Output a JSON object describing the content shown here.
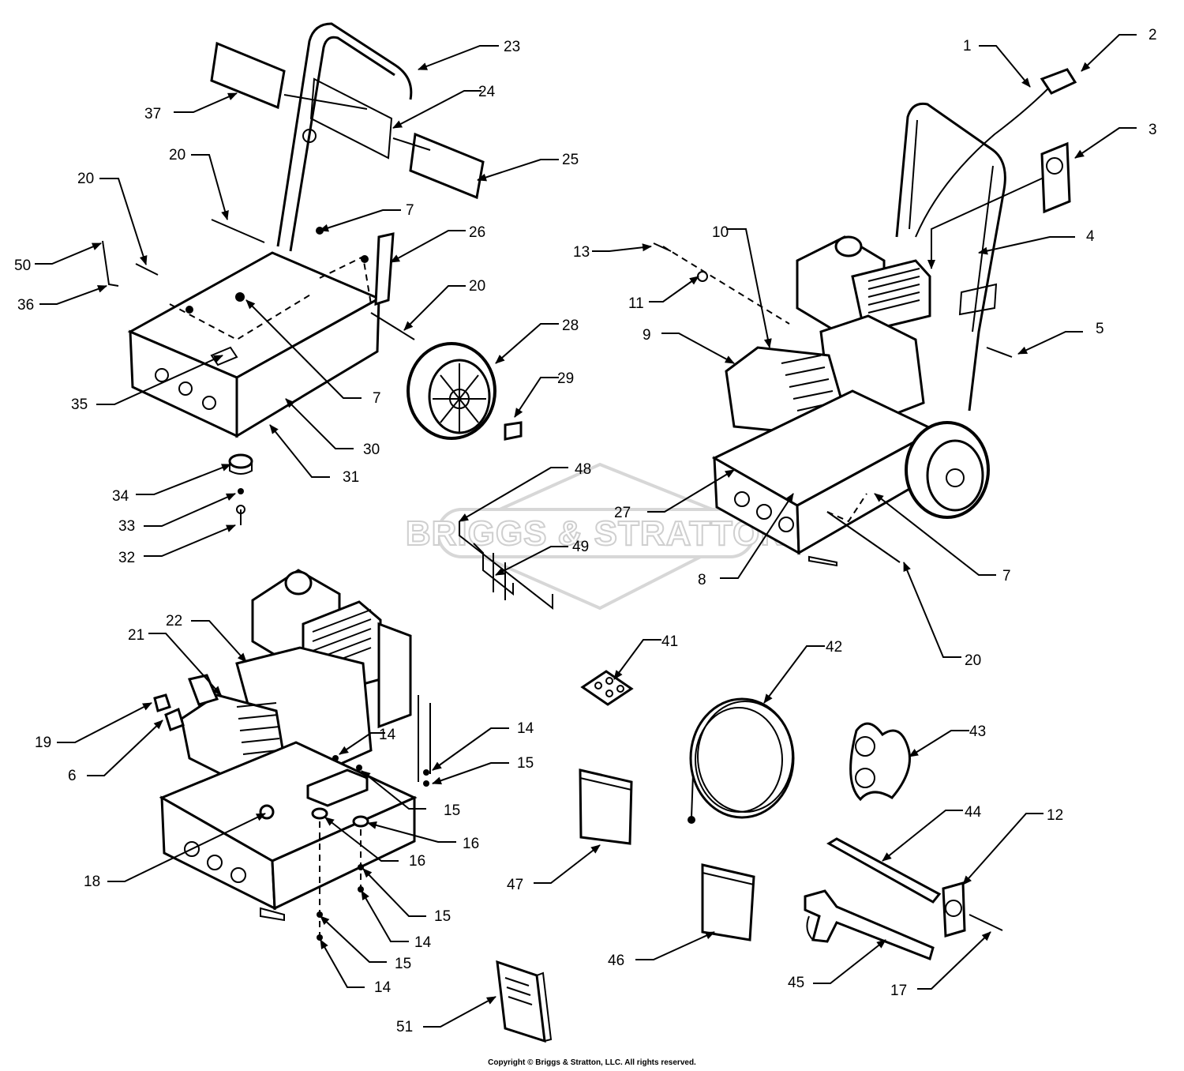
{
  "copyright": "Copyright © Briggs & Stratton, LLC. All rights reserved.",
  "watermark": {
    "brand": "BRIGGS & STRATTON",
    "color": "#cfcfcf"
  },
  "callouts": [
    {
      "id": "c1",
      "label": "1"
    },
    {
      "id": "c2",
      "label": "2"
    },
    {
      "id": "c3",
      "label": "3"
    },
    {
      "id": "c4",
      "label": "4"
    },
    {
      "id": "c5",
      "label": "5"
    },
    {
      "id": "c7a",
      "label": "7"
    },
    {
      "id": "c13",
      "label": "13"
    },
    {
      "id": "c10",
      "label": "10"
    },
    {
      "id": "c11",
      "label": "11"
    },
    {
      "id": "c9",
      "label": "9"
    },
    {
      "id": "c48",
      "label": "48"
    },
    {
      "id": "c49",
      "label": "49"
    },
    {
      "id": "c27",
      "label": "27"
    },
    {
      "id": "c8",
      "label": "8"
    },
    {
      "id": "c7b",
      "label": "7"
    },
    {
      "id": "c20a",
      "label": "20"
    },
    {
      "id": "c23",
      "label": "23"
    },
    {
      "id": "c24",
      "label": "24"
    },
    {
      "id": "c37",
      "label": "37"
    },
    {
      "id": "c25",
      "label": "25"
    },
    {
      "id": "c20b",
      "label": "20"
    },
    {
      "id": "c20c",
      "label": "20"
    },
    {
      "id": "c7c",
      "label": "7"
    },
    {
      "id": "c26",
      "label": "26"
    },
    {
      "id": "c50",
      "label": "50"
    },
    {
      "id": "c36",
      "label": "36"
    },
    {
      "id": "c20d",
      "label": "20"
    },
    {
      "id": "c28",
      "label": "28"
    },
    {
      "id": "c35",
      "label": "35"
    },
    {
      "id": "c7d",
      "label": "7"
    },
    {
      "id": "c29",
      "label": "29"
    },
    {
      "id": "c30",
      "label": "30"
    },
    {
      "id": "c31",
      "label": "31"
    },
    {
      "id": "c34",
      "label": "34"
    },
    {
      "id": "c33",
      "label": "33"
    },
    {
      "id": "c32",
      "label": "32"
    },
    {
      "id": "c22",
      "label": "22"
    },
    {
      "id": "c21",
      "label": "21"
    },
    {
      "id": "c19",
      "label": "19"
    },
    {
      "id": "c6",
      "label": "6"
    },
    {
      "id": "c14a",
      "label": "14"
    },
    {
      "id": "c14b",
      "label": "14"
    },
    {
      "id": "c15a",
      "label": "15"
    },
    {
      "id": "c15b",
      "label": "15"
    },
    {
      "id": "c16a",
      "label": "16"
    },
    {
      "id": "c16b",
      "label": "16"
    },
    {
      "id": "c18",
      "label": "18"
    },
    {
      "id": "c15c",
      "label": "15"
    },
    {
      "id": "c14c",
      "label": "14"
    },
    {
      "id": "c15d",
      "label": "15"
    },
    {
      "id": "c14d",
      "label": "14"
    },
    {
      "id": "c41",
      "label": "41"
    },
    {
      "id": "c42",
      "label": "42"
    },
    {
      "id": "c43",
      "label": "43"
    },
    {
      "id": "c44",
      "label": "44"
    },
    {
      "id": "c12",
      "label": "12"
    },
    {
      "id": "c47",
      "label": "47"
    },
    {
      "id": "c46",
      "label": "46"
    },
    {
      "id": "c45",
      "label": "45"
    },
    {
      "id": "c17",
      "label": "17"
    },
    {
      "id": "c51",
      "label": "51"
    }
  ]
}
